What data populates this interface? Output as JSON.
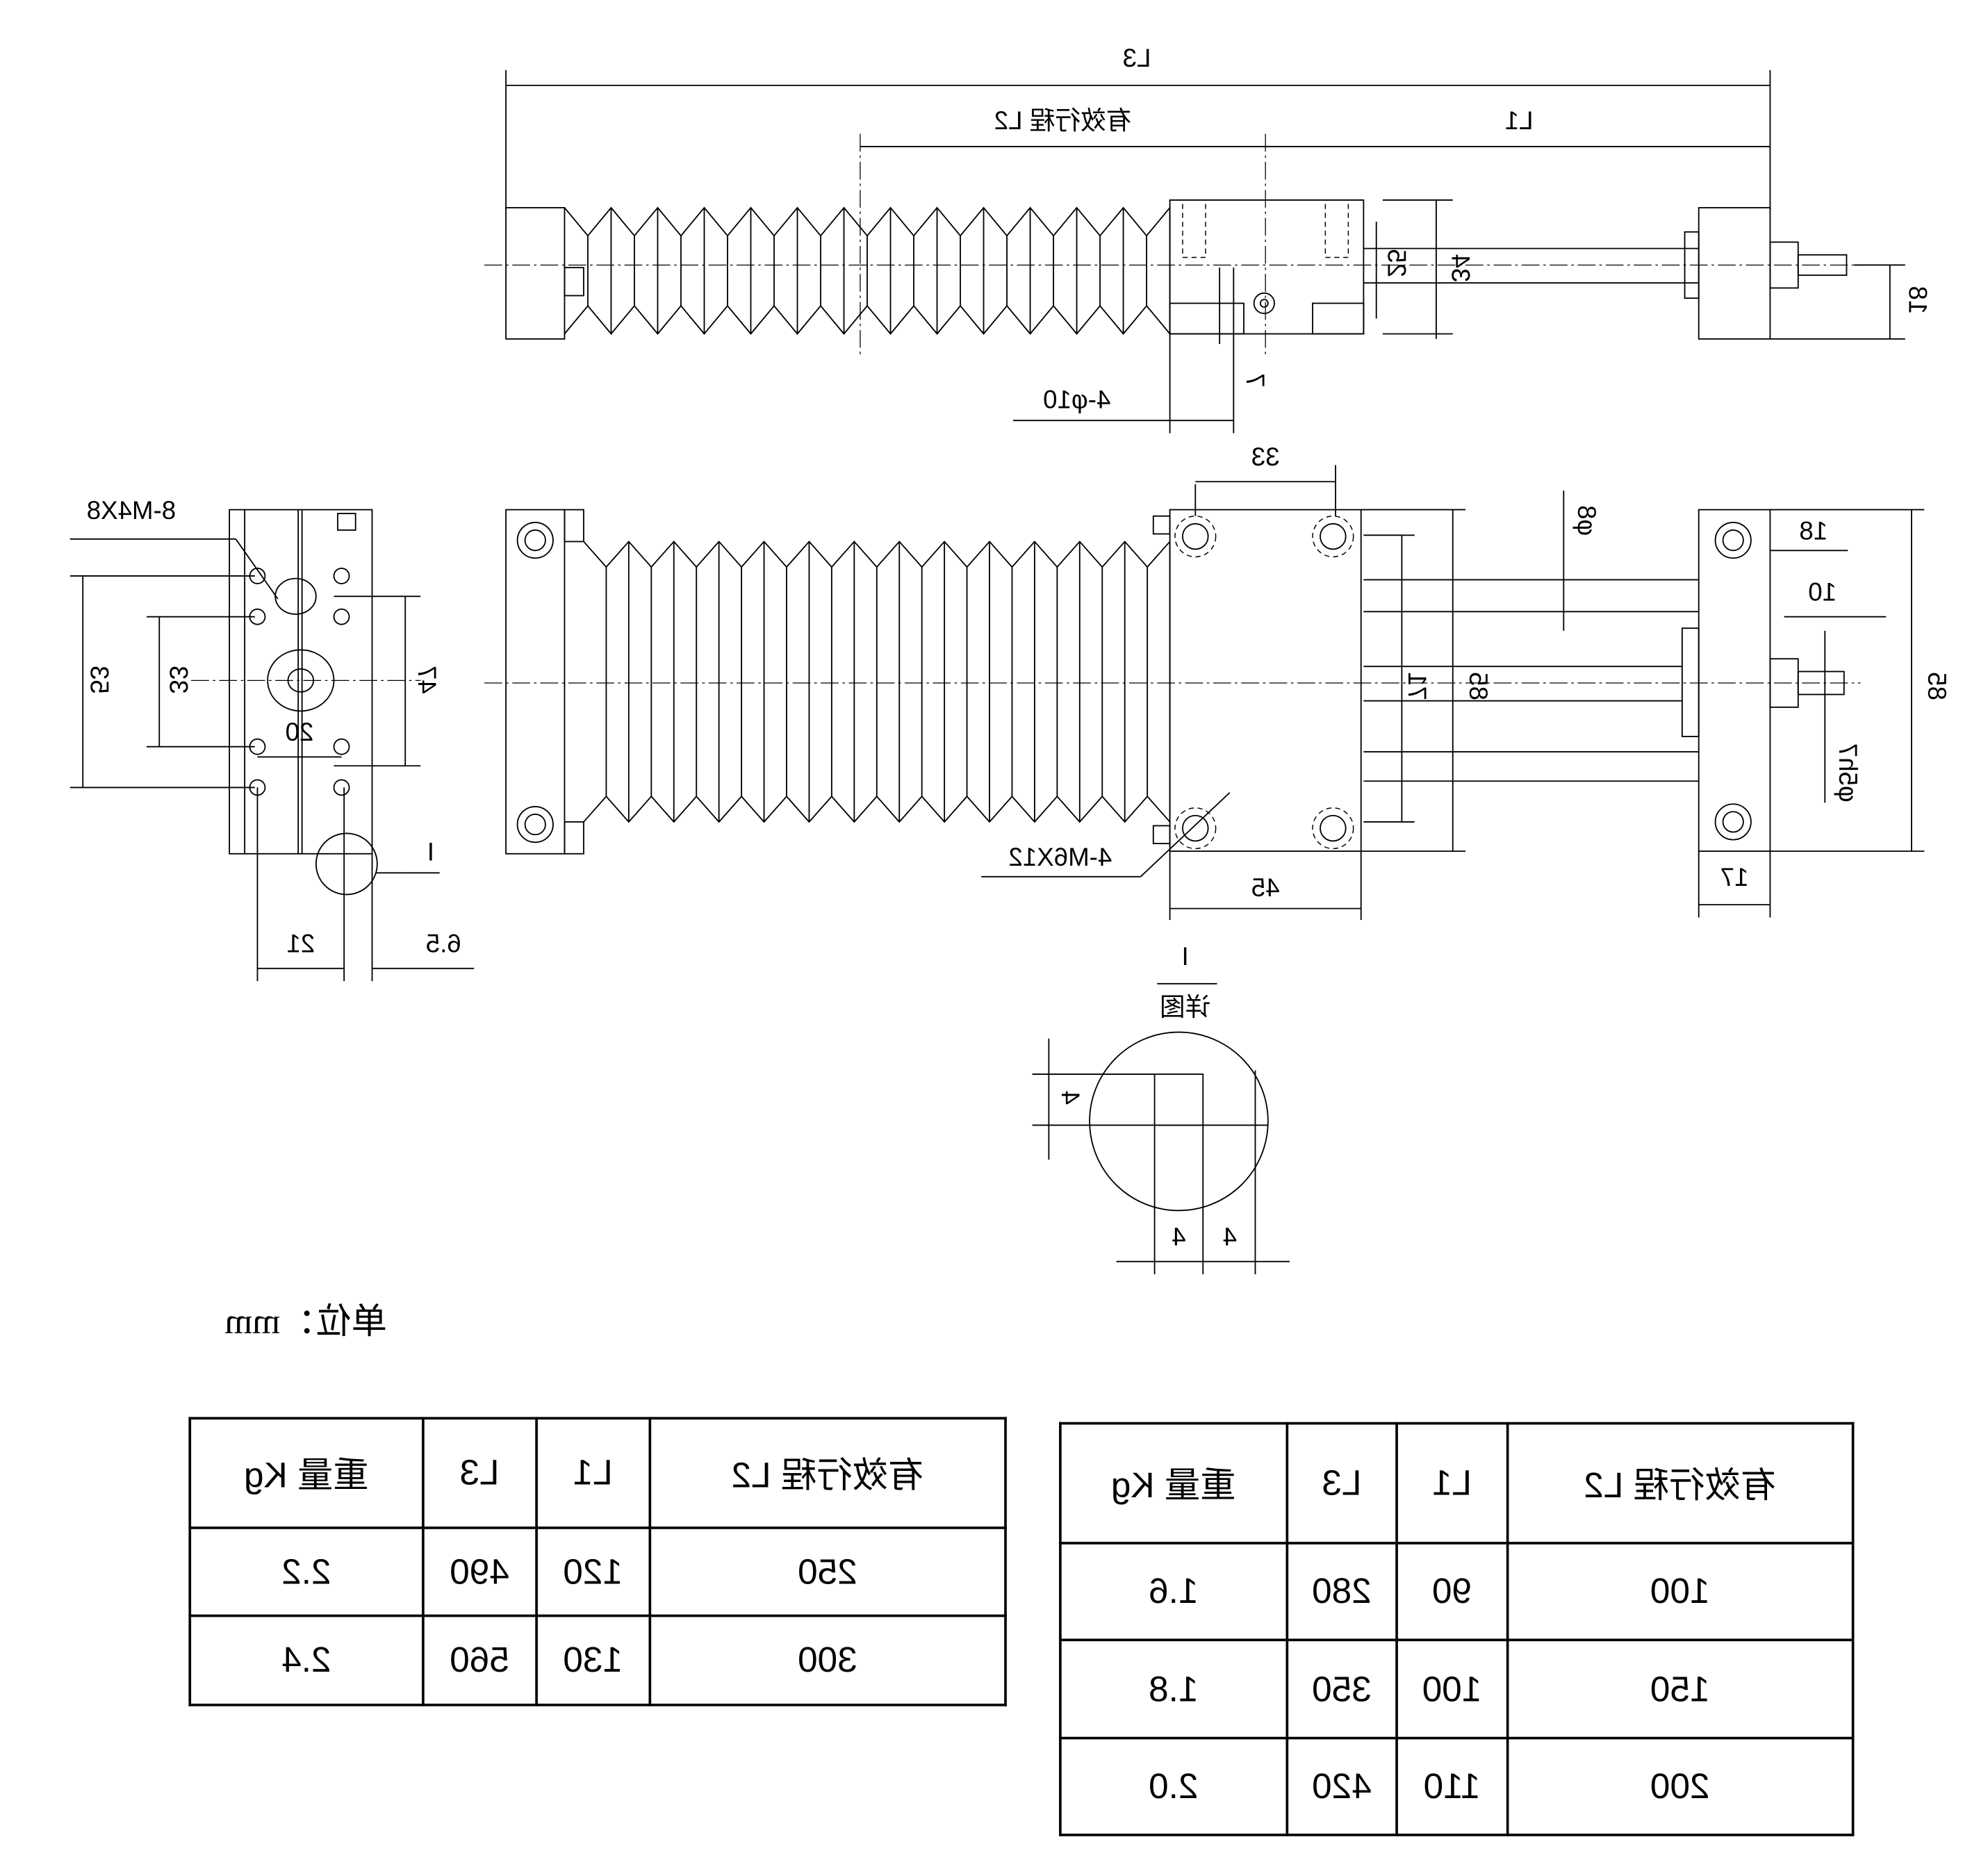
{
  "top_view": {
    "L3": "L3",
    "L2": "有效行程 L2",
    "L1": "L1",
    "h25": "25",
    "h34": "34",
    "h18": "18",
    "d7": "7",
    "holes": "4-φ10"
  },
  "plan_view": {
    "d33": "33",
    "phi8": "φ8",
    "d18": "18",
    "d10": "10",
    "d71": "71",
    "d85a": "85",
    "d85b": "85",
    "phi5": "φ5h7",
    "d17": "17",
    "screws": "4-M6X12",
    "d45": "45"
  },
  "end_view": {
    "threads": "8-M4X8",
    "d53": "53",
    "d33": "33",
    "d47": "47",
    "d20": "20",
    "d21": "21",
    "d6_5": "6.5",
    "detail_ref": "I"
  },
  "detail": {
    "ref": "I",
    "title": "详图",
    "d4a": "4",
    "d4b": "4",
    "d4c": "4"
  },
  "unit_label": "单位：mm",
  "table_a": {
    "headers": [
      "有效行程 L2",
      "L1",
      "L3",
      "重量 Kg"
    ],
    "rows": [
      [
        "250",
        "120",
        "490",
        "2.2"
      ],
      [
        "300",
        "130",
        "560",
        "2.4"
      ]
    ]
  },
  "table_b": {
    "headers": [
      "有效行程 L2",
      "L1",
      "L3",
      "重量 Kg"
    ],
    "rows": [
      [
        "100",
        "90",
        "280",
        "1.6"
      ],
      [
        "150",
        "100",
        "350",
        "1.8"
      ],
      [
        "200",
        "110",
        "420",
        "2.0"
      ]
    ]
  }
}
